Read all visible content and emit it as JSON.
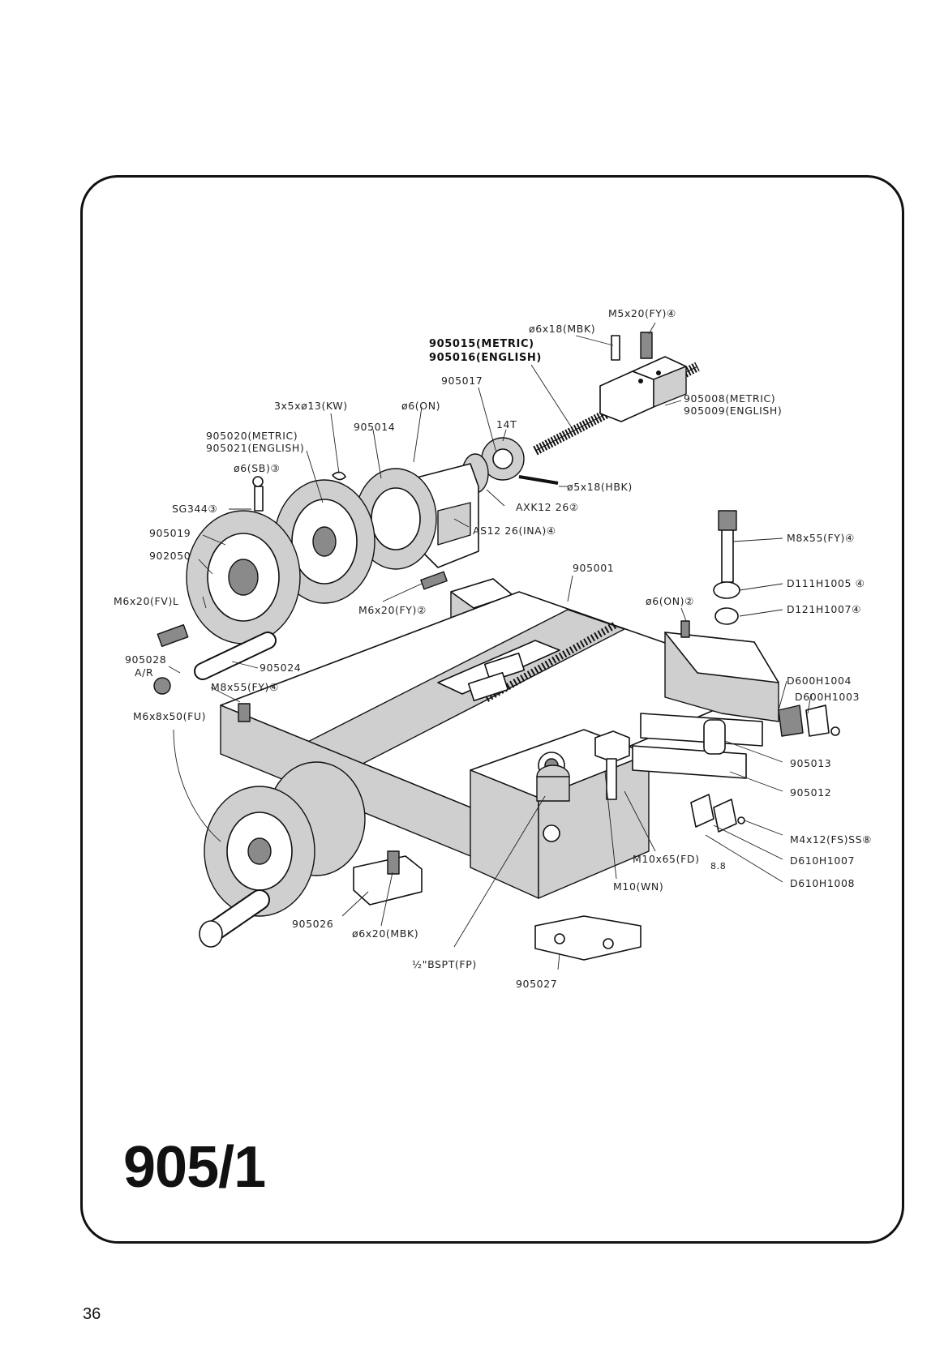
{
  "figure": {
    "number": "905/1",
    "page_number": "36"
  },
  "labels": {
    "m5x20_fy": "M5x20(FY)④",
    "d6x18_mbk": "ø6x18(MBK)",
    "905015_metric": "905015(METRIC)",
    "905016_english": "905016(ENGLISH)",
    "905017": "905017",
    "905008_metric": "905008(METRIC)",
    "905009_english": "905009(ENGLISH)",
    "3x5x13_kw": "3x5xø13(KW)",
    "d6_on_top": "ø6(ON)",
    "14t": "14T",
    "905014": "905014",
    "905020_metric": "905020(METRIC)",
    "905021_english": "905021(ENGLISH)",
    "d6_sb": "ø6(SB)③",
    "d5x18_hbk": "ø5x18(HBK)",
    "axk1226": "AXK12 26②",
    "sg344": "SG344③",
    "as1226_ina": "AS12 26(INA)④",
    "905019": "905019",
    "902050": "902050",
    "m8x55_fy_right": "M8x55(FY)④",
    "905001": "905001",
    "d111h1005": "D111H1005 ④",
    "m6x20_fv_l": "M6x20(FV)L",
    "m6x20_fy": "M6x20(FY)②",
    "d6_on_right": "ø6(ON)②",
    "d121h1007": "D121H1007④",
    "905028": "905028",
    "a_r": "A/R",
    "905024": "905024",
    "m8x55_fy_left": "M8x55(FY)④",
    "d600h1004": "D600H1004",
    "d600h1003": "D600H1003",
    "m6x8x50_fu": "M6x8x50(FU)",
    "905013": "905013",
    "905012": "905012",
    "m4x12_fs_ss": "M4x12(FS)SS⑧",
    "m10x65_fd": "M10x65(FD)",
    "grade_88": "8.8",
    "d610h1007": "D610H1007",
    "d610h1008": "D610H1008",
    "m10_wn": "M10(WN)",
    "905026": "905026",
    "d6x20_mbk": "ø6x20(MBK)",
    "half_bspt": "½\"BSPT(FP)",
    "905027": "905027"
  }
}
